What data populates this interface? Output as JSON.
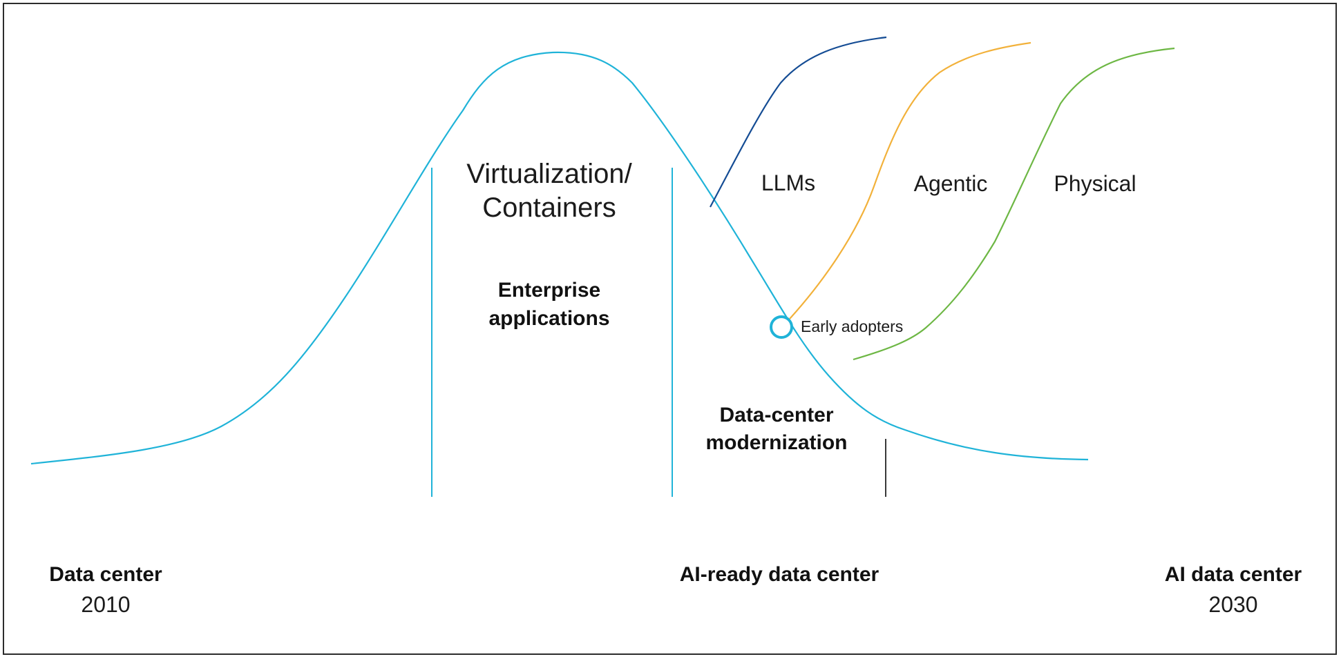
{
  "colors": {
    "main_curve": "#1fb3d8",
    "llms": "#144c94",
    "agentic": "#f2b13a",
    "physical": "#6db744",
    "divider": "#1fb3d8",
    "marker_line": "#222222",
    "text": "#111111"
  },
  "labels": {
    "virtualization_line1": "Virtualization/",
    "virtualization_line2": "Containers",
    "enterprise_line1": "Enterprise",
    "enterprise_line2": "applications",
    "llms": "LLMs",
    "agentic": "Agentic",
    "physical": "Physical",
    "early_adopters": "Early adopters",
    "modernization_line1": "Data-center",
    "modernization_line2": "modernization"
  },
  "timeline": {
    "start_title": "Data center",
    "start_year": "2010",
    "middle_title": "AI-ready data center",
    "end_title": "AI data center",
    "end_year": "2030"
  }
}
